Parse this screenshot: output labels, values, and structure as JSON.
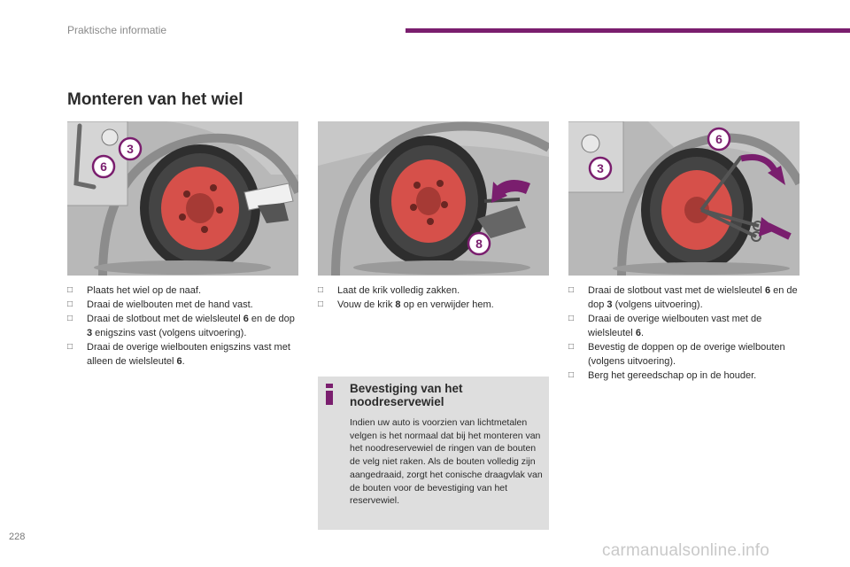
{
  "header": {
    "section": "Praktische informatie",
    "accent_color": "#7a1e6e"
  },
  "title": "Monteren van het wiel",
  "panels": [
    {
      "callouts": [
        "3",
        "6"
      ]
    },
    {
      "callouts": [
        "8"
      ]
    },
    {
      "callouts": [
        "6",
        "3"
      ]
    }
  ],
  "columns": [
    {
      "steps": [
        {
          "mark": "",
          "text": "Plaats het wiel op de naaf."
        },
        {
          "mark": "",
          "text": "Draai de wielbouten met de hand vast."
        },
        {
          "mark": "",
          "parts": [
            "Draai de slotbout met de wielsleutel ",
            "6",
            " en de dop ",
            "3",
            " enigszins vast (volgens uitvoering)."
          ]
        },
        {
          "mark": "",
          "parts": [
            "Draai de overige wielbouten enigszins vast met alleen de wielsleutel ",
            "6",
            "."
          ]
        }
      ]
    },
    {
      "steps": [
        {
          "mark": "",
          "text": "Laat de krik volledig zakken."
        },
        {
          "mark": "",
          "parts": [
            "Vouw de krik ",
            "8",
            " op en verwijder hem."
          ]
        }
      ]
    },
    {
      "steps": [
        {
          "mark": "",
          "parts": [
            "Draai de slotbout vast met de wielsleutel ",
            "6",
            " en de dop ",
            "3",
            " (volgens uitvoering)."
          ]
        },
        {
          "mark": "",
          "parts": [
            "Draai de overige wielbouten vast met de wielsleutel ",
            "6",
            "."
          ]
        },
        {
          "mark": "",
          "text": "Bevestig de doppen op de overige wielbouten (volgens uitvoering)."
        },
        {
          "mark": "",
          "text": "Berg het gereedschap op in de houder."
        }
      ]
    }
  ],
  "info_box": {
    "icon": "info-icon",
    "title": "Bevestiging van het noodreservewiel",
    "body": "Indien uw auto is voorzien van lichtmetalen velgen is het normaal dat bij het monteren van het noodreservewiel de ringen van de bouten de velg niet raken. Als de bouten volledig zijn aangedraaid, zorgt het conische draagvlak van de bouten voor de bevestiging van het reservewiel."
  },
  "page_number": "228",
  "watermark": "carmanualsonline.info"
}
